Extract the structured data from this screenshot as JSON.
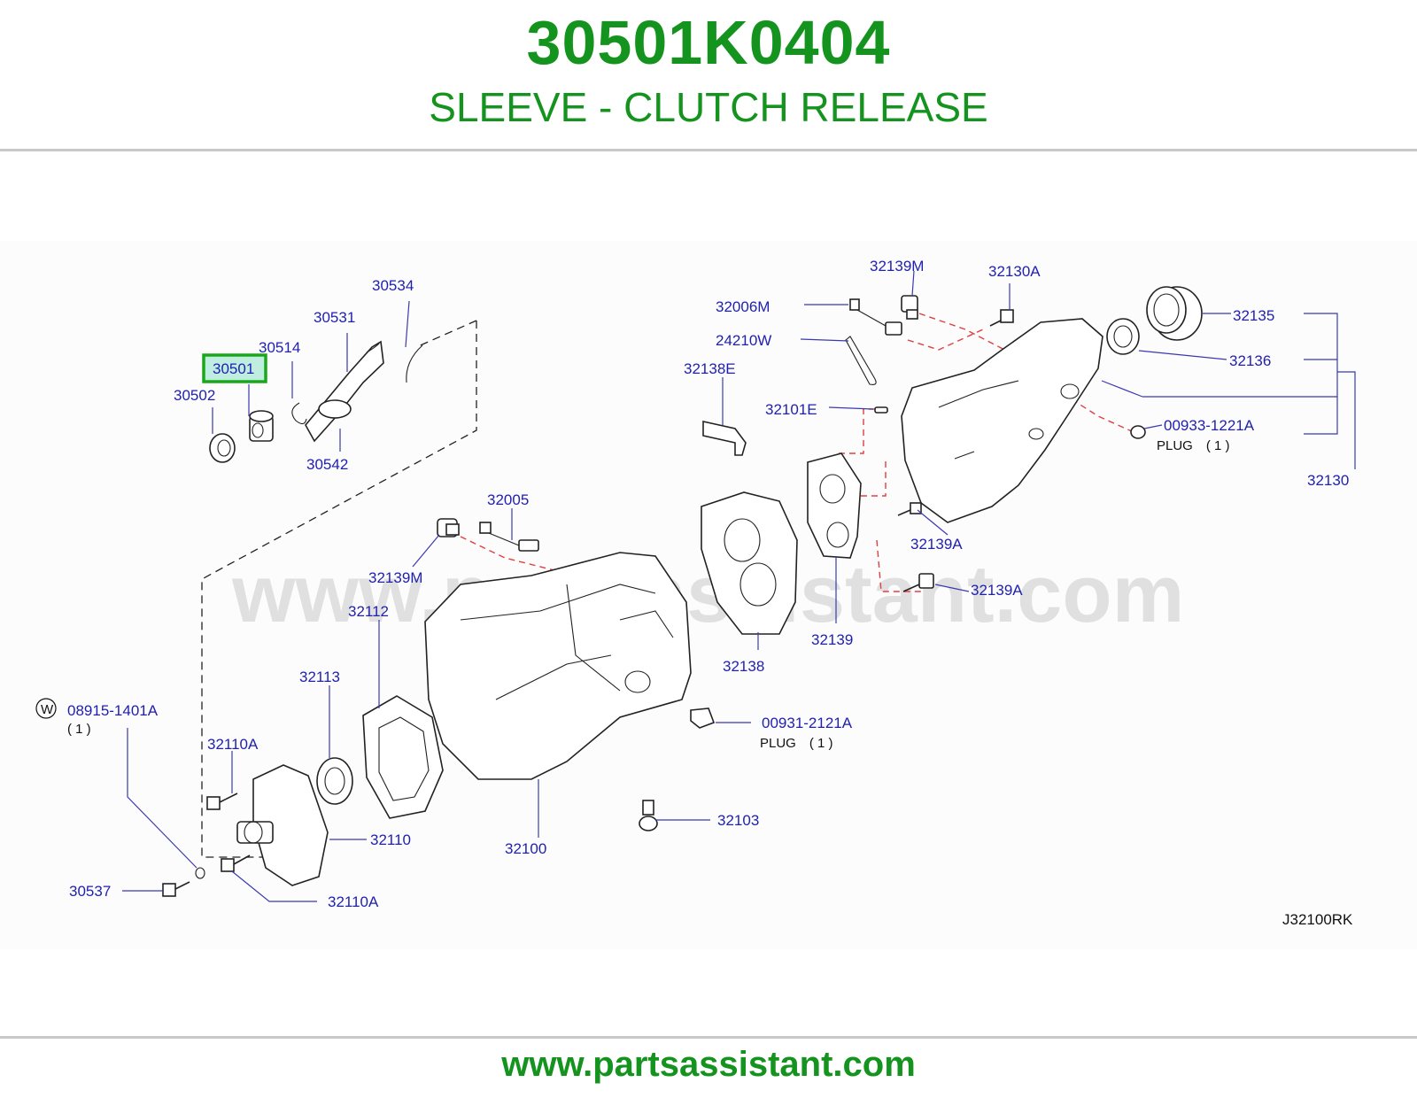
{
  "header": {
    "part_number": "30501K0404",
    "part_name": "SLEEVE - CLUTCH RELEASE"
  },
  "footer": {
    "url": "www.partsassistant.com"
  },
  "diagram": {
    "watermark": "www.partsassistant.com",
    "figure_code": "J32100RK",
    "highlighted_part": "30501",
    "callouts": {
      "c30534": "30534",
      "c30531": "30531",
      "c30514": "30514",
      "c30501": "30501",
      "c30502": "30502",
      "c30542": "30542",
      "c32139M_top": "32139M",
      "c32130A": "32130A",
      "c32006M": "32006M",
      "c24210W": "24210W",
      "c32135": "32135",
      "c32136": "32136",
      "c32138E": "32138E",
      "c32101E": "32101E",
      "c00933": "00933-1221A",
      "c32130": "32130",
      "c32005": "32005",
      "c32139M_mid": "32139M",
      "c32139A_a": "32139A",
      "c32139A_b": "32139A",
      "c32112": "32112",
      "c32139": "32139",
      "c32138": "32138",
      "c32113": "32113",
      "c08915": "08915-1401A",
      "c00931": "00931-2121A",
      "c32110A_top": "32110A",
      "c32103": "32103",
      "c32110": "32110",
      "c32100": "32100",
      "c30537": "30537",
      "c32110A_bot": "32110A"
    },
    "notes": {
      "plug_1": "PLUG　( 1 )",
      "plug_2": "PLUG　( 1 )",
      "qty_08915": "( 1 )",
      "w_symbol": "W"
    }
  }
}
